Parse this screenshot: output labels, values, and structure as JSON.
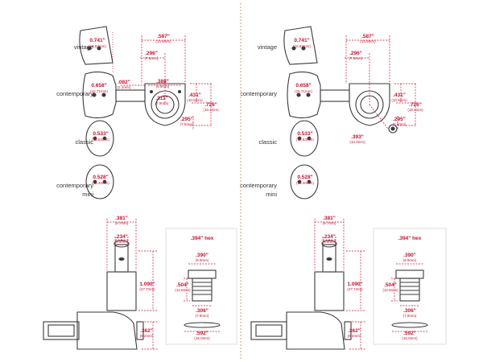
{
  "colors": {
    "dimension": "#c8102e",
    "outline": "#3a3a3a",
    "divider": "#c9a27a",
    "box": "#dddddd"
  },
  "button_labels": {
    "vintage": "vintage",
    "contemporary": "contemporary",
    "classic": "classic",
    "contemporary_mini_1": "contemporary",
    "contemporary_mini_2": "mini"
  },
  "buttons": {
    "vintage": {
      "in": "0.741\"",
      "mm": "(18.82mm)"
    },
    "contemporary": {
      "in": "0.658\"",
      "mm": "(16.71mm)"
    },
    "classic": {
      "in": "0.533\"",
      "mm": "(13.53mm)"
    },
    "mini": {
      "in": "0.528\"",
      "mm": "(13.40mm)"
    }
  },
  "top_dims": {
    "d587": {
      "in": ".587\"",
      "mm": "(14.9mm)"
    },
    "d296": {
      "in": ".296\"",
      "mm": "(7.5mm)"
    },
    "d082": {
      "in": ".082\"",
      "mm": "(2.1mm)"
    },
    "d388": {
      "in": ".388\"",
      "mm": "(9.9mm)"
    },
    "d311": {
      "in": ".311\"",
      "mm": "(7.9mm)"
    },
    "d431": {
      "in": ".431\"",
      "mm": "(10.9mm)"
    },
    "d726": {
      "in": ".726\"",
      "mm": "(18.4mm)"
    },
    "d295": {
      "in": ".295\"",
      "mm": "(7.5mm)"
    },
    "d393": {
      "in": ".393\"",
      "mm": "(10.0mm)"
    }
  },
  "bottom_dims": {
    "d381": {
      "in": ".381\"",
      "mm": "(9.7mm)"
    },
    "d234": {
      "in": ".234\"",
      "mm": "(5.9mm)"
    },
    "d1090": {
      "in": "1.090\"",
      "mm": "(27.7mm)"
    },
    "d362": {
      "in": ".362\"",
      "mm": "(9.2mm)"
    },
    "d390": {
      "in": ".390\"",
      "mm": "(9.9mm)"
    },
    "d504": {
      "in": ".504\"",
      "mm": "(12.8mm)"
    },
    "d306": {
      "in": ".306\"",
      "mm": "(7.8mm)"
    },
    "d592": {
      "in": ".592\"",
      "mm": "(15.0mm)"
    }
  },
  "hex_label": ".394\" hex"
}
